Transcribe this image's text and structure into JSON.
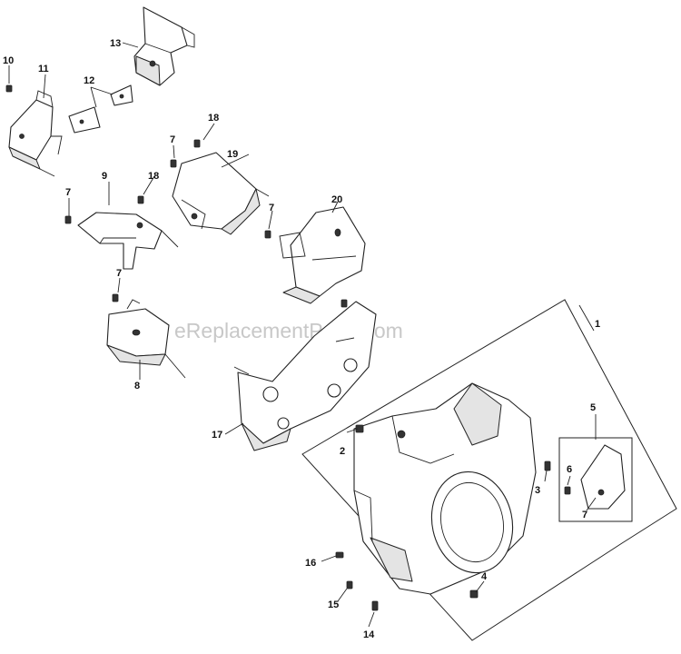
{
  "diagram": {
    "watermark": "eReplacementParts.com",
    "callouts": [
      {
        "id": "c1",
        "text": "1"
      },
      {
        "id": "c2",
        "text": "2"
      },
      {
        "id": "c3",
        "text": "3"
      },
      {
        "id": "c4",
        "text": "4"
      },
      {
        "id": "c5",
        "text": "5"
      },
      {
        "id": "c6",
        "text": "6"
      },
      {
        "id": "c7a",
        "text": "7"
      },
      {
        "id": "c7b",
        "text": "7"
      },
      {
        "id": "c7c",
        "text": "7"
      },
      {
        "id": "c7d",
        "text": "7"
      },
      {
        "id": "c7e",
        "text": "7"
      },
      {
        "id": "c8",
        "text": "8"
      },
      {
        "id": "c9",
        "text": "9"
      },
      {
        "id": "c10",
        "text": "10"
      },
      {
        "id": "c11",
        "text": "11"
      },
      {
        "id": "c12",
        "text": "12"
      },
      {
        "id": "c13",
        "text": "13"
      },
      {
        "id": "c14",
        "text": "14"
      },
      {
        "id": "c15",
        "text": "15"
      },
      {
        "id": "c16",
        "text": "16"
      },
      {
        "id": "c17",
        "text": "17"
      },
      {
        "id": "c18a",
        "text": "18"
      },
      {
        "id": "c18b",
        "text": "18"
      },
      {
        "id": "c19",
        "text": "19"
      },
      {
        "id": "c20",
        "text": "20"
      }
    ]
  }
}
